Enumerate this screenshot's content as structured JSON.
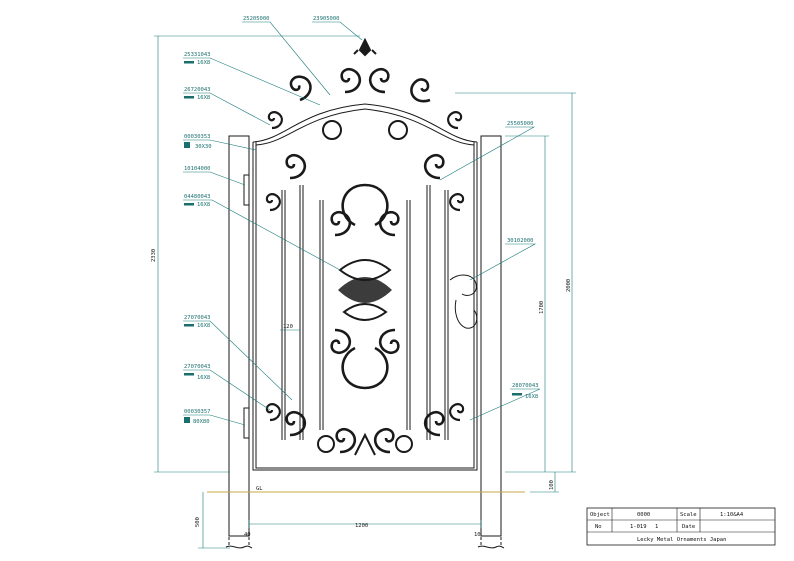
{
  "parts": {
    "p1": {
      "code": "25205000"
    },
    "p2": {
      "code": "23905000"
    },
    "p3": {
      "code": "25331043",
      "size": "16X8"
    },
    "p4": {
      "code": "26720043",
      "size": "16X8"
    },
    "p5": {
      "code": "00030353",
      "size": "30X30"
    },
    "p6": {
      "code": "10104000"
    },
    "p7": {
      "code": "04480043",
      "size": "16X8"
    },
    "p8": {
      "code": "27070043",
      "size": "16X8"
    },
    "p9": {
      "code": "27070043",
      "size": "16X8"
    },
    "p10": {
      "code": "00030357",
      "size": "80X80"
    },
    "p11": {
      "code": "25505000"
    },
    "p12": {
      "code": "30102000"
    },
    "p13": {
      "code": "28070043",
      "size": "16X8"
    }
  },
  "dims": {
    "overall_height": "2330",
    "opening_height": "2000",
    "frame_height": "1700",
    "bottom_gap": "100",
    "bar_spacing": "120",
    "width": "1200",
    "post_left": "40",
    "post_right": "10",
    "embed_depth": "500",
    "gl": "GL"
  },
  "title_block": {
    "object_label": "Object",
    "object_value": "0000",
    "scale_label": "Scale",
    "scale_value": "1:10&A4",
    "no_label": "No",
    "no_value": "1-019",
    "no_sub": "1",
    "date_label": "Date",
    "date_value": "",
    "company": "Lecky Metal Ornaments Japan"
  },
  "colors": {
    "line": "#1a1a1a",
    "leader": "#1a7a7a",
    "ground": "#c8a84a"
  }
}
